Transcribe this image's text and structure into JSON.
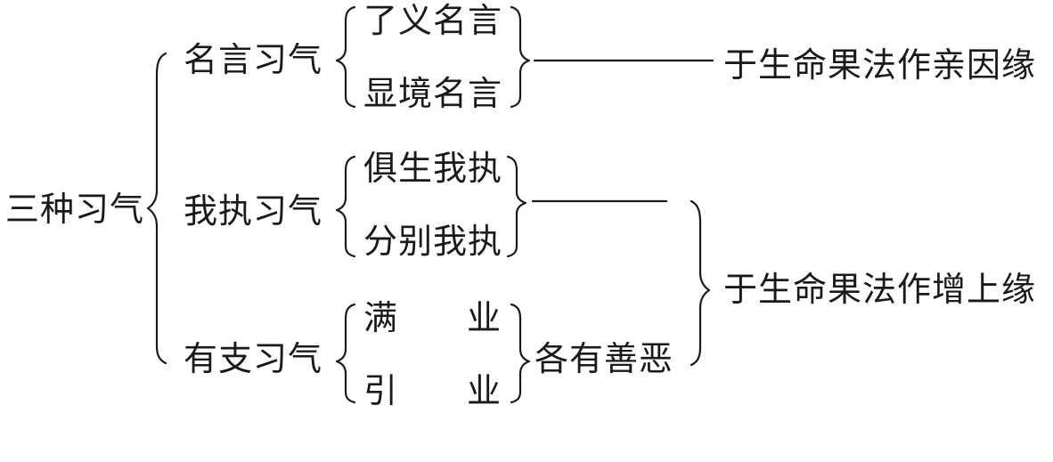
{
  "root": "三种习气",
  "groups": [
    {
      "label": "名言习气",
      "items": [
        "了义名言",
        "显境名言"
      ],
      "result": "于生命果法作亲因缘"
    },
    {
      "label": "我执习气",
      "items": [
        "俱生我执",
        "分别我执"
      ]
    },
    {
      "label": "有支习气",
      "items": [
        "满",
        "业",
        "引",
        "业"
      ],
      "note": "各有善恶"
    }
  ],
  "shared_result": "于生命果法作增上缘"
}
